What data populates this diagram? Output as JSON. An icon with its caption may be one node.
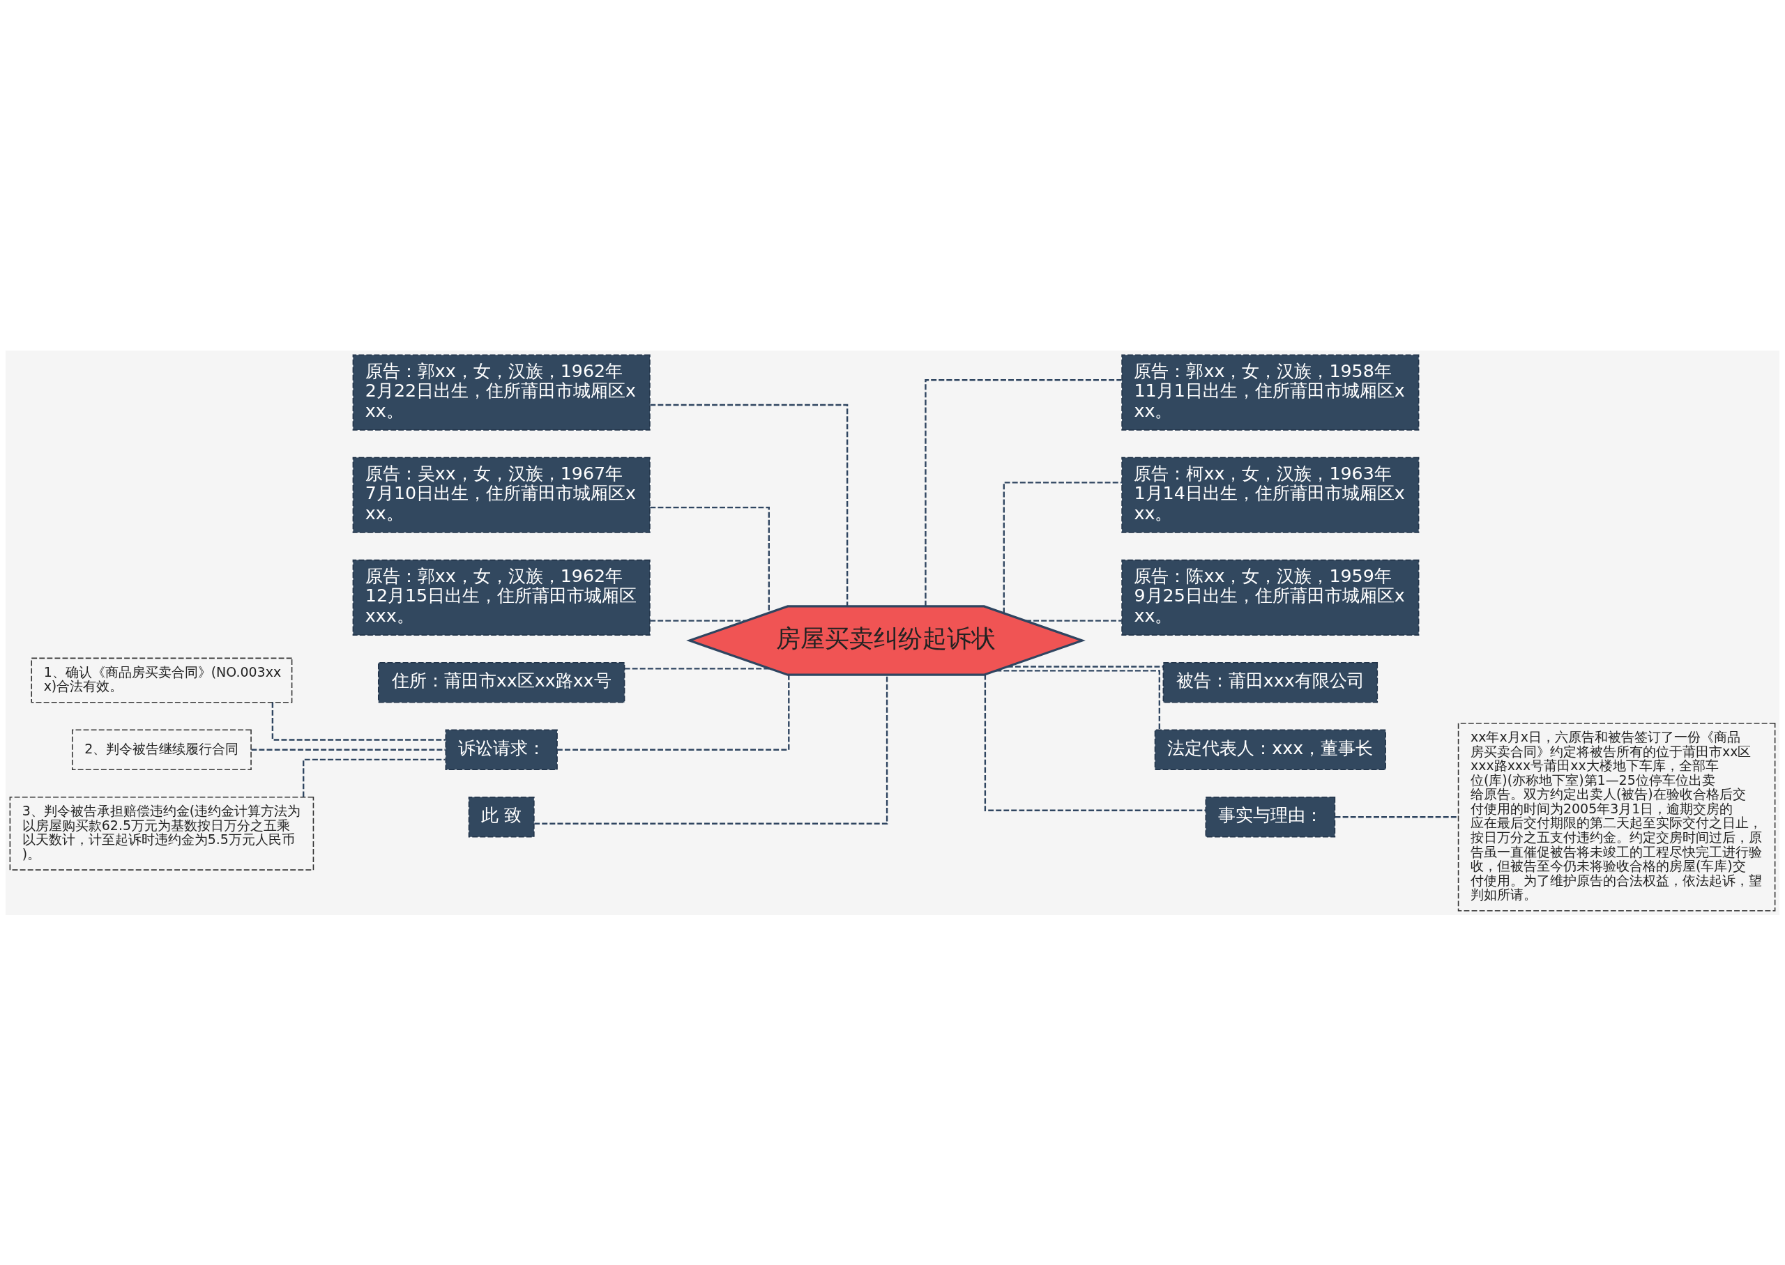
{
  "diagram": {
    "nodes": [
      {
        "text": [
          "房屋买卖纠纷起诉状"
        ]
      },
      {
        "text": [
          "原告：郭xx，女，汉族，1962年2月22日出生，住所莆田市城厢区xxx。"
        ]
      },
      {
        "text": [
          "原告：吴xx，女，汉族，1967年7月10日出生，住所莆田市城厢区xxx。"
        ]
      },
      {
        "text": [
          "原告：郭xx，女，汉族，1962年12月15日出生，住所莆田市城厢区xxx。"
        ]
      },
      {
        "text": [
          "住所：莆田市xx区xx路xx号"
        ]
      },
      {
        "text": [
          "诉讼请求："
        ]
      },
      {
        "text": [
          "1、确认《商品房买卖合同》(NO.003xxx)合法有效。"
        ]
      },
      {
        "text": [
          "2、判令被告继续履行合同"
        ]
      },
      {
        "text": [
          "3、判令被告承担赔偿违约金(违约金计算方法为以房屋购买款62.5万元为基数按日万分之五乘以天数计，计至起诉时违约金为5.5万元人民币)。"
        ]
      },
      {
        "text": [
          "此 致"
        ]
      },
      {
        "text": [
          "原告：郭xx，女，汉族，1958年11月1日出生，住所莆田市城厢区xxx。"
        ]
      },
      {
        "text": [
          "原告：柯xx，女，汉族，1963年1月14日出生，住所莆田市城厢区xxx。"
        ]
      },
      {
        "text": [
          "原告：陈xx，女，汉族，1959年9月25日出生，住所莆田市城厢区xxx。"
        ]
      },
      {
        "text": [
          "被告：莆田xxx有限公司"
        ]
      },
      {
        "text": [
          "法定代表人：xxx，董事长"
        ]
      },
      {
        "text": [
          "事实与理由："
        ]
      },
      {
        "text": [
          "xx年x月x日，六原告和被告签订了一份《商品房买卖合同》约定将被告所有的位于莆田市xx区xxx路xxx号莆田xx大楼地下车库，全部车位(库)(亦称地下室)第1—25位停车位出卖给原告。双方约定出卖人(被告)在验收合格后交付使用的时间为2005年3月1日，逾期交房的应在最后交付期限的第二天起至实际交付之日止，按日万分之五支付违约金。约定交房时间过后，原告虽一直催促被告将未竣工的工程尽快完工进行验收，但被告至今仍未将验收合格的房屋(车库)交付使用。为了维护原告的合法权益，依法起诉，望判如所请。"
        ]
      }
    ],
    "edges": [
      {
        "from": 0,
        "to": 1,
        "arrow": "none",
        "style": "dashed"
      },
      {
        "from": 0,
        "to": 2,
        "arrow": "none",
        "style": "dashed"
      },
      {
        "from": 0,
        "to": 3,
        "arrow": "none",
        "style": "dashed"
      },
      {
        "from": 0,
        "to": 4,
        "arrow": "none",
        "style": "dashed"
      },
      {
        "from": 0,
        "to": 5,
        "arrow": "none",
        "style": "dashed"
      },
      {
        "from": 5,
        "to": 6,
        "arrow": "none",
        "style": "dashed"
      },
      {
        "from": 5,
        "to": 7,
        "arrow": "none",
        "style": "dashed"
      },
      {
        "from": 5,
        "to": 8,
        "arrow": "none",
        "style": "dashed"
      },
      {
        "from": 0,
        "to": 9,
        "arrow": "none",
        "style": "dashed"
      },
      {
        "from": 0,
        "to": 10,
        "arrow": "none",
        "style": "dashed"
      },
      {
        "from": 0,
        "to": 11,
        "arrow": "none",
        "style": "dashed"
      },
      {
        "from": 0,
        "to": 12,
        "arrow": "none",
        "style": "dashed"
      },
      {
        "from": 0,
        "to": 13,
        "arrow": "none",
        "style": "dashed"
      },
      {
        "from": 0,
        "to": 14,
        "arrow": "none",
        "style": "dashed"
      },
      {
        "from": 0,
        "to": 15,
        "arrow": "none",
        "style": "dashed"
      },
      {
        "from": 15,
        "to": 16,
        "arrow": "none",
        "style": "dashed"
      }
    ]
  }
}
